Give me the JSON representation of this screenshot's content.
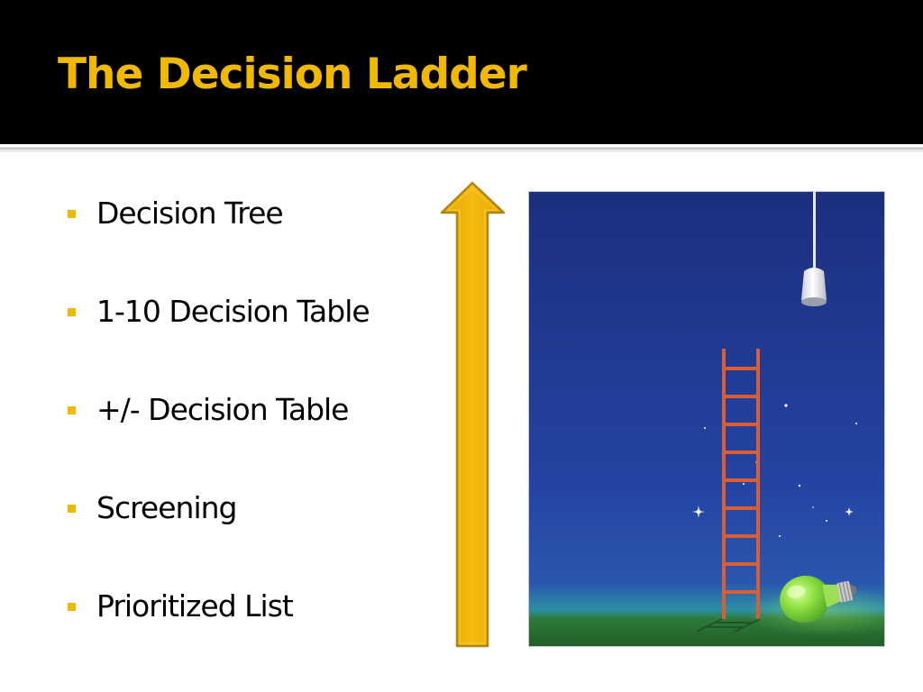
{
  "slide": {
    "title": "The Decision Ladder",
    "bullets": [
      "Decision Tree",
      "1-10 Decision Table",
      "+/- Decision Table",
      "Screening",
      "Prioritized List"
    ]
  },
  "colors": {
    "accent": "#f1b800",
    "background_top": "#000000",
    "background_body": "#ffffff",
    "night_sky": "#1f3a8e",
    "ground": "#2f7f2f",
    "ladder": "#d65e32",
    "bulb": "#7ed63b"
  },
  "icons": {
    "bullet": "square-bullet-icon",
    "arrow": "up-arrow-icon",
    "image": "ladder-lightbulb-illustration"
  }
}
